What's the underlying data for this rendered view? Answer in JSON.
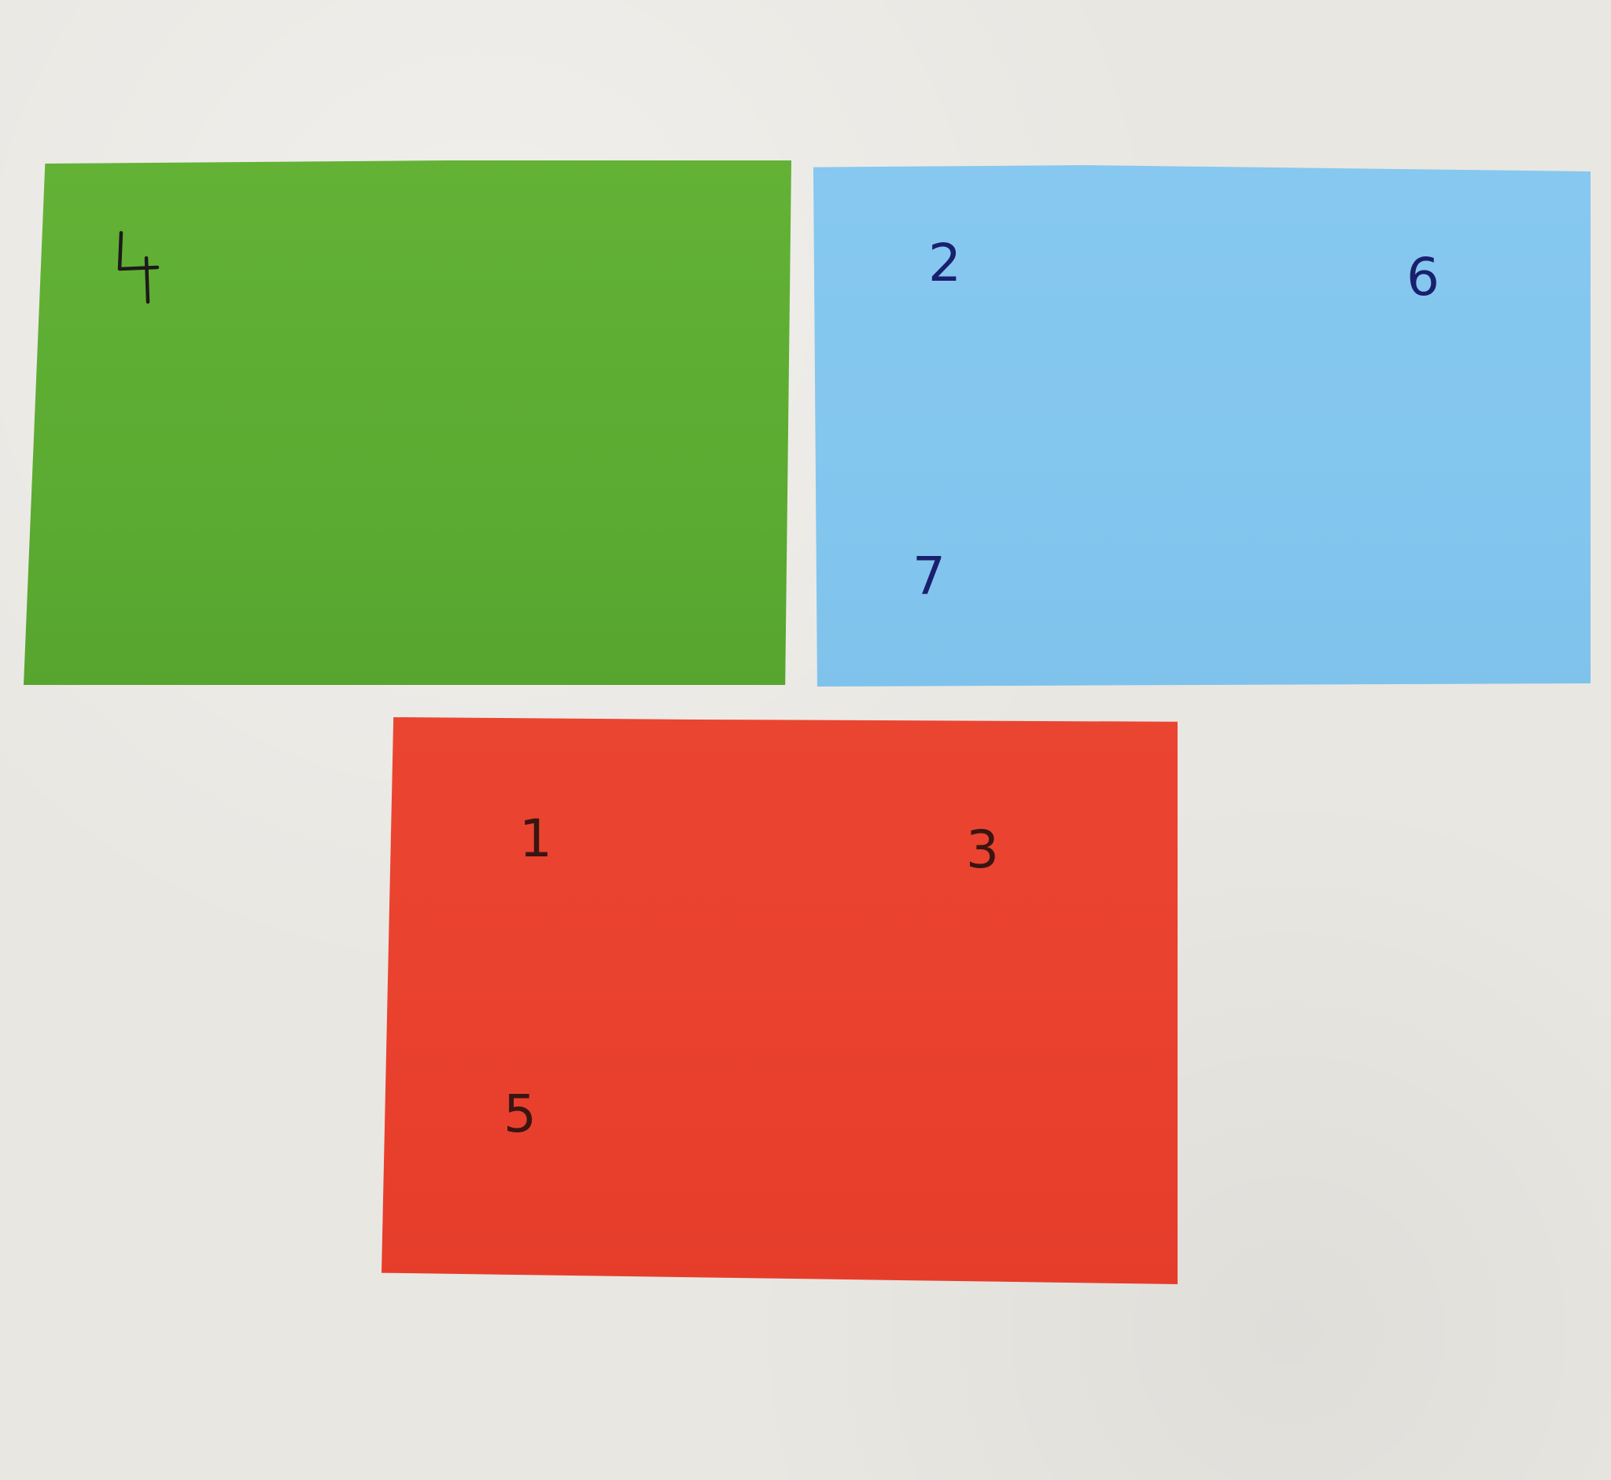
{
  "sheets": [
    {
      "color_name": "green",
      "color": "#5cab32",
      "labels": [
        "4"
      ]
    },
    {
      "color_name": "light-blue",
      "color": "#83c6ee",
      "labels": [
        "2",
        "6",
        "7"
      ]
    },
    {
      "color_name": "red",
      "color": "#e9412e",
      "labels": [
        "1",
        "3",
        "5"
      ]
    }
  ]
}
